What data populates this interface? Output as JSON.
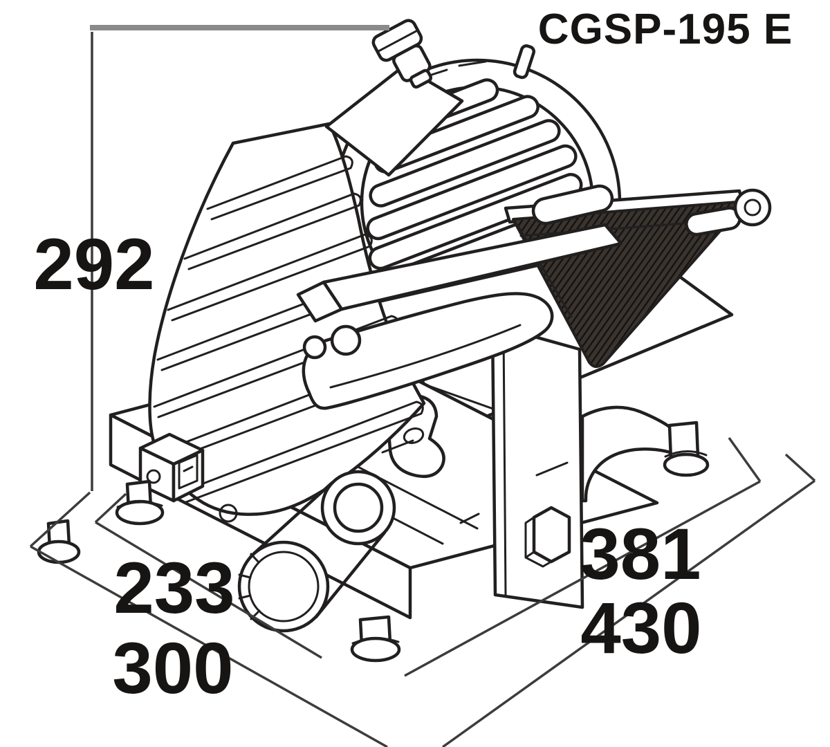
{
  "title": "CGSP-195 E",
  "dimensions": {
    "height": "292",
    "depth_inner": "233",
    "depth_outer": "300",
    "width_inner": "381",
    "width_outer": "430"
  },
  "colors": {
    "background": "#ffffff",
    "line": "#221f1f",
    "dimension_line": "#3c3c3c",
    "reference_bar": "#8a8a8a",
    "text": "#171513",
    "tray_fill": "#3a3431",
    "tray_hatch": "#17130f"
  }
}
